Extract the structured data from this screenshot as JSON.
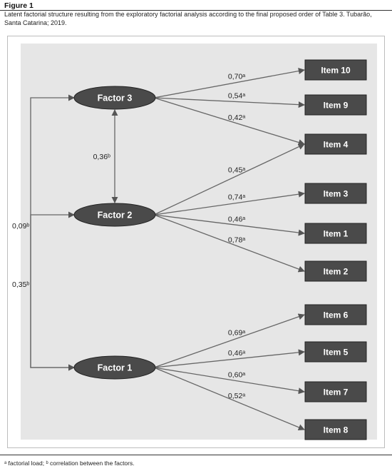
{
  "figure": {
    "title": "Figure 1",
    "caption": "Latent factorial structure resulting from the exploratory factorial analysis according to the final proposed order of Table 3. Tubarão, Santa Catarina; 2019.",
    "footnote": "ᵃ factorial load; ᵇ correlation between the factors."
  },
  "colors": {
    "node_fill": "#4a4a4a",
    "node_border": "#222222",
    "edge": "#666666",
    "panel_bg": "#e6e6e6"
  },
  "factors": [
    {
      "id": "f3",
      "label": "Factor 3"
    },
    {
      "id": "f2",
      "label": "Factor 2"
    },
    {
      "id": "f1",
      "label": "Factor 1"
    }
  ],
  "items": [
    {
      "id": "i10",
      "label": "Item 10"
    },
    {
      "id": "i9",
      "label": "Item 9"
    },
    {
      "id": "i4",
      "label": "Item 4"
    },
    {
      "id": "i3",
      "label": "Item 3"
    },
    {
      "id": "i1",
      "label": "Item 1"
    },
    {
      "id": "i2",
      "label": "Item 2"
    },
    {
      "id": "i6",
      "label": "Item 6"
    },
    {
      "id": "i5",
      "label": "Item 5"
    },
    {
      "id": "i7",
      "label": "Item 7"
    },
    {
      "id": "i8",
      "label": "Item 8"
    }
  ],
  "loadings": [
    {
      "from": "f3",
      "to": "i10",
      "label": "0,70ᵃ"
    },
    {
      "from": "f3",
      "to": "i9",
      "label": "0,54ᵃ"
    },
    {
      "from": "f3",
      "to": "i4",
      "label": "0,42ᵃ"
    },
    {
      "from": "f2",
      "to": "i4",
      "label": "0,45ᵃ"
    },
    {
      "from": "f2",
      "to": "i3",
      "label": "0,74ᵃ"
    },
    {
      "from": "f2",
      "to": "i1",
      "label": "0,46ᵃ"
    },
    {
      "from": "f2",
      "to": "i2",
      "label": "0,78ᵃ"
    },
    {
      "from": "f1",
      "to": "i6",
      "label": "0,69ᵃ"
    },
    {
      "from": "f1",
      "to": "i5",
      "label": "0,46ᵃ"
    },
    {
      "from": "f1",
      "to": "i7",
      "label": "0,60ᵃ"
    },
    {
      "from": "f1",
      "to": "i8",
      "label": "0,52ᵃ"
    }
  ],
  "correlations": [
    {
      "a": "f3",
      "b": "f2",
      "label": "0,36ᵇ"
    },
    {
      "a": "f2",
      "b": "f1",
      "label": "0,35ᵇ"
    },
    {
      "a": "f3",
      "b": "f1",
      "label": "0,09ᵇ"
    }
  ]
}
